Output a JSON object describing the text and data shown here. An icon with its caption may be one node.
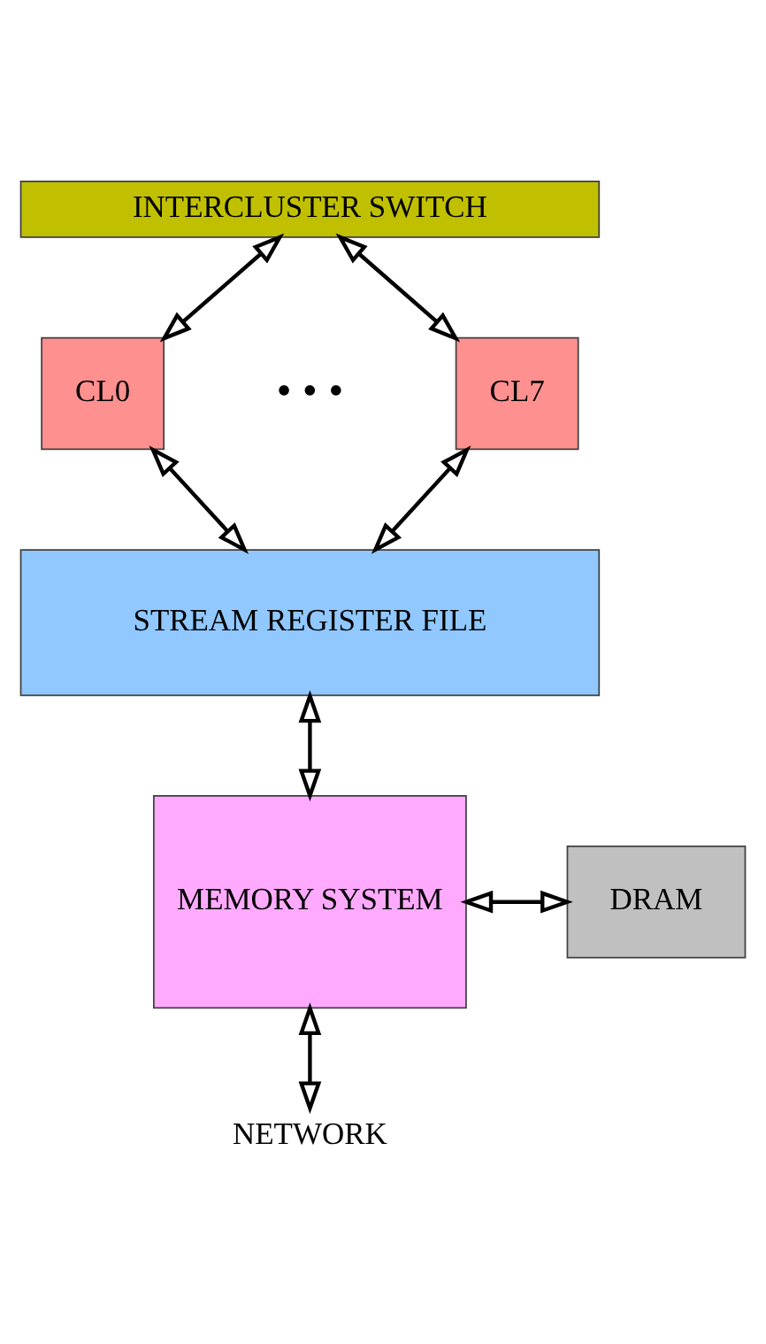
{
  "diagram": {
    "nodes": [
      {
        "text": [
          "INTERCLUSTER SWITCH"
        ]
      },
      {
        "text": [
          "CL0"
        ]
      },
      {
        "text": [
          "CL7"
        ]
      },
      {
        "text": [
          "STREAM REGISTER FILE"
        ]
      },
      {
        "text": [
          "MEMORY SYSTEM"
        ]
      },
      {
        "text": [
          "DRAM"
        ]
      },
      {
        "text": [
          "NETWORK"
        ]
      }
    ],
    "edges": [
      {
        "from": 0,
        "to": 1,
        "arrow": "both"
      },
      {
        "from": 0,
        "to": 2,
        "arrow": "both"
      },
      {
        "from": 1,
        "to": 3,
        "arrow": "both"
      },
      {
        "from": 2,
        "to": 3,
        "arrow": "both"
      },
      {
        "from": 3,
        "to": 4,
        "arrow": "both"
      },
      {
        "from": 4,
        "to": 5,
        "arrow": "both"
      },
      {
        "from": 4,
        "to": 6,
        "arrow": "both"
      }
    ],
    "labels": [
      "• • •"
    ]
  }
}
